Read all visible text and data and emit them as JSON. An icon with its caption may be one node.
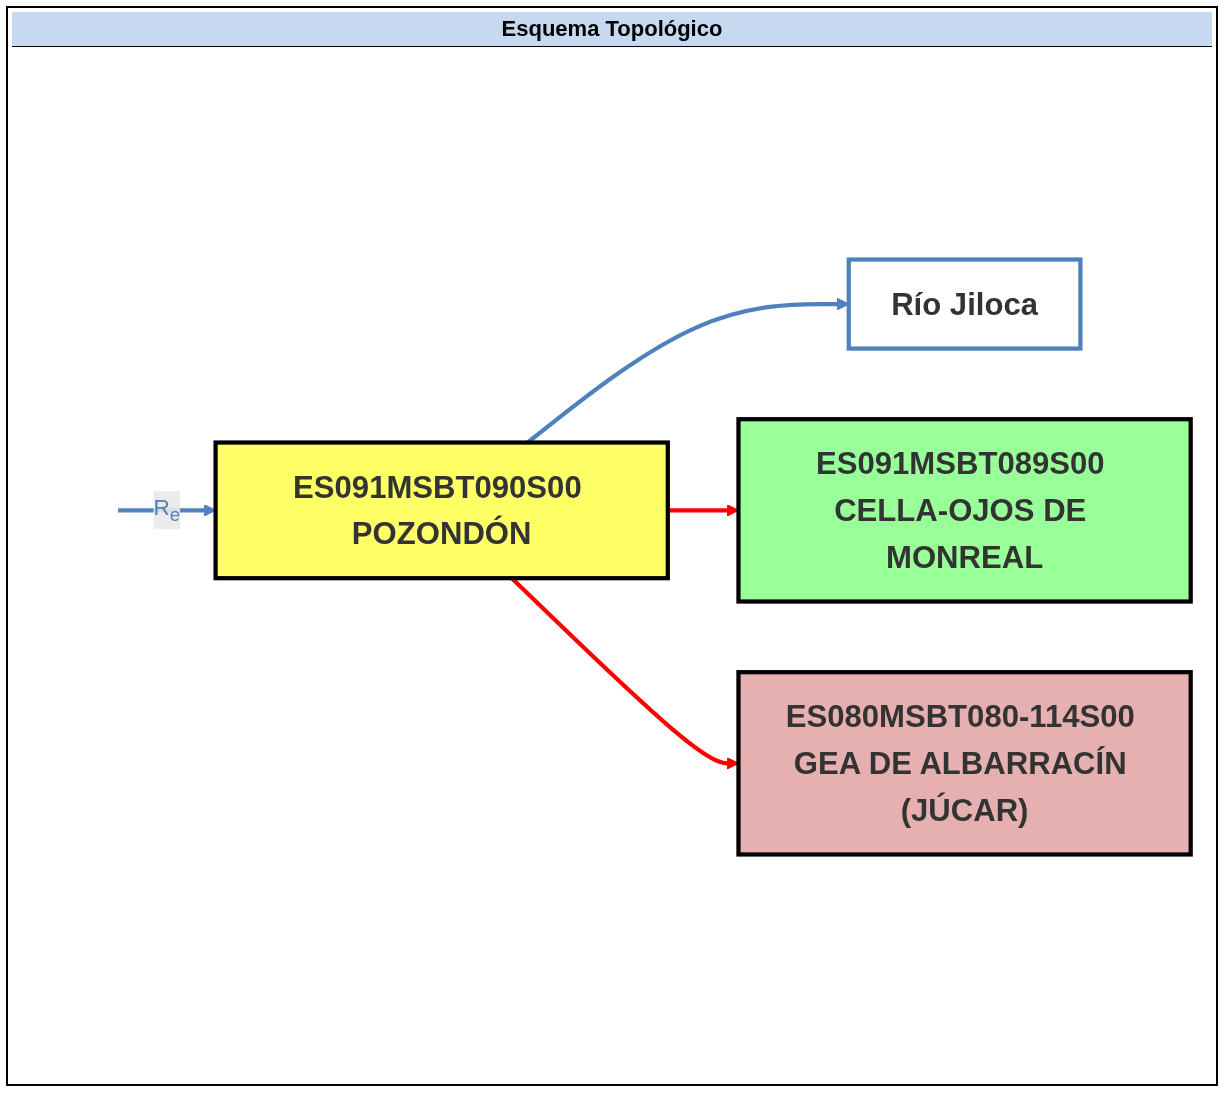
{
  "diagram": {
    "title": "Esquema Topológico",
    "nodes": [
      {
        "text": [
          "Río Jiloca"
        ]
      },
      {
        "text": [
          "ES091MSBT090S00 POZONDÓN"
        ]
      },
      {
        "text": [
          "ES091MSBT089S00 CELLA-OJOS DE MONREAL"
        ]
      },
      {
        "text": [
          "ES080MSBT080-114S00 GEA DE ALBARRACÍN (JÚCAR)"
        ]
      }
    ],
    "edges": [
      {
        "from": null,
        "to": 1,
        "arrow": "to",
        "label": "R$_{e}$",
        "color": "#4f81bd"
      },
      {
        "from": 1,
        "to": 0,
        "arrow": "to",
        "color": "#4f81bd"
      },
      {
        "from": 1,
        "to": 2,
        "arrow": "to",
        "color": "#ff0000"
      },
      {
        "from": 1,
        "to": 3,
        "arrow": "to",
        "color": "#ff0000"
      }
    ]
  }
}
